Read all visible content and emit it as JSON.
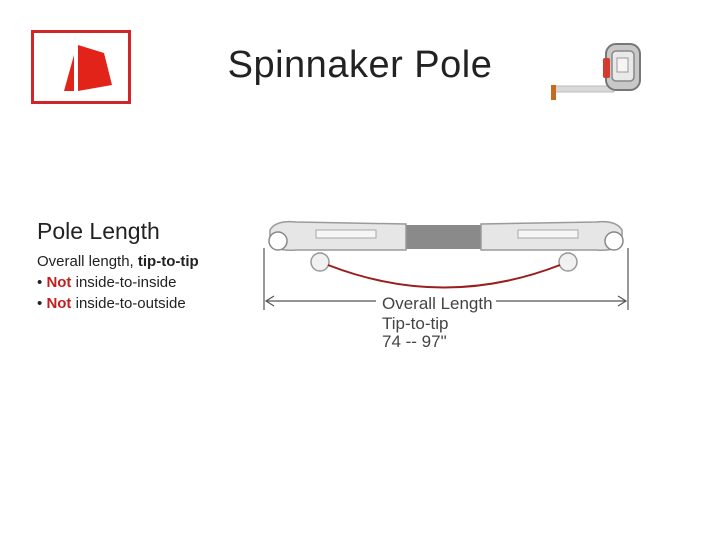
{
  "slide": {
    "title": "Spinnaker Pole",
    "heading": "Pole Length",
    "line1_prefix": "Overall length, ",
    "line1_bold": "tip-to-tip",
    "bullet_char": "•",
    "bullet1_emph": "Not",
    "bullet1_rest": " inside-to-inside",
    "bullet2_emph": "Not",
    "bullet2_rest": " inside-to-outside"
  },
  "diagram": {
    "label1": "Overall  Length",
    "label2": "Tip-to-tip",
    "label3": "74 -- 97\""
  },
  "colors": {
    "accent_red": "#d0262a",
    "emphasis_red": "#c0211f",
    "pole_gray": "#8a8a8a",
    "line_red": "#9a1e1e"
  },
  "icons": {
    "logo": "sail-logo-icon",
    "tape": "tape-measure-icon"
  }
}
